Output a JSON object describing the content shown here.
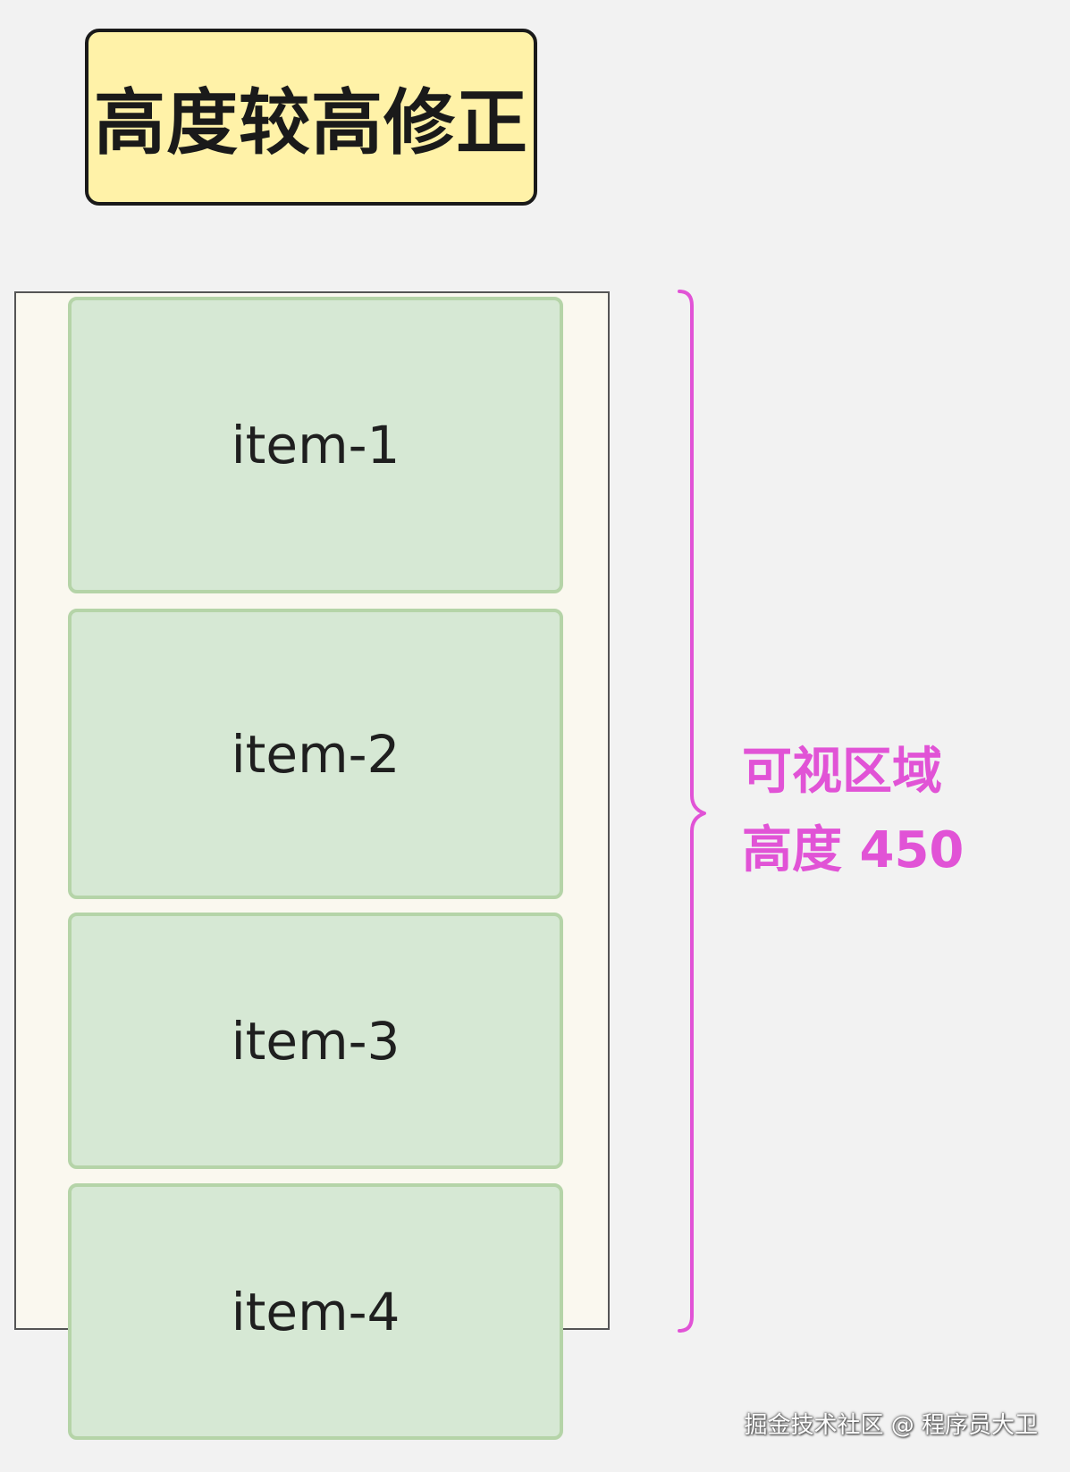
{
  "title": "高度较高修正",
  "items": [
    {
      "label": "item-1"
    },
    {
      "label": "item-2"
    },
    {
      "label": "item-3"
    },
    {
      "label": "item-4"
    }
  ],
  "annotation": {
    "line1": "可视区域",
    "line2": "高度 450"
  },
  "watermark": "掘金技术社区 @ 程序员大卫",
  "colors": {
    "title_fill": "#fff2a8",
    "viewport_fill": "#faf8ef",
    "item_fill": "#d6e8d4",
    "item_border": "#b5d4a8",
    "accent": "#e153d6"
  }
}
